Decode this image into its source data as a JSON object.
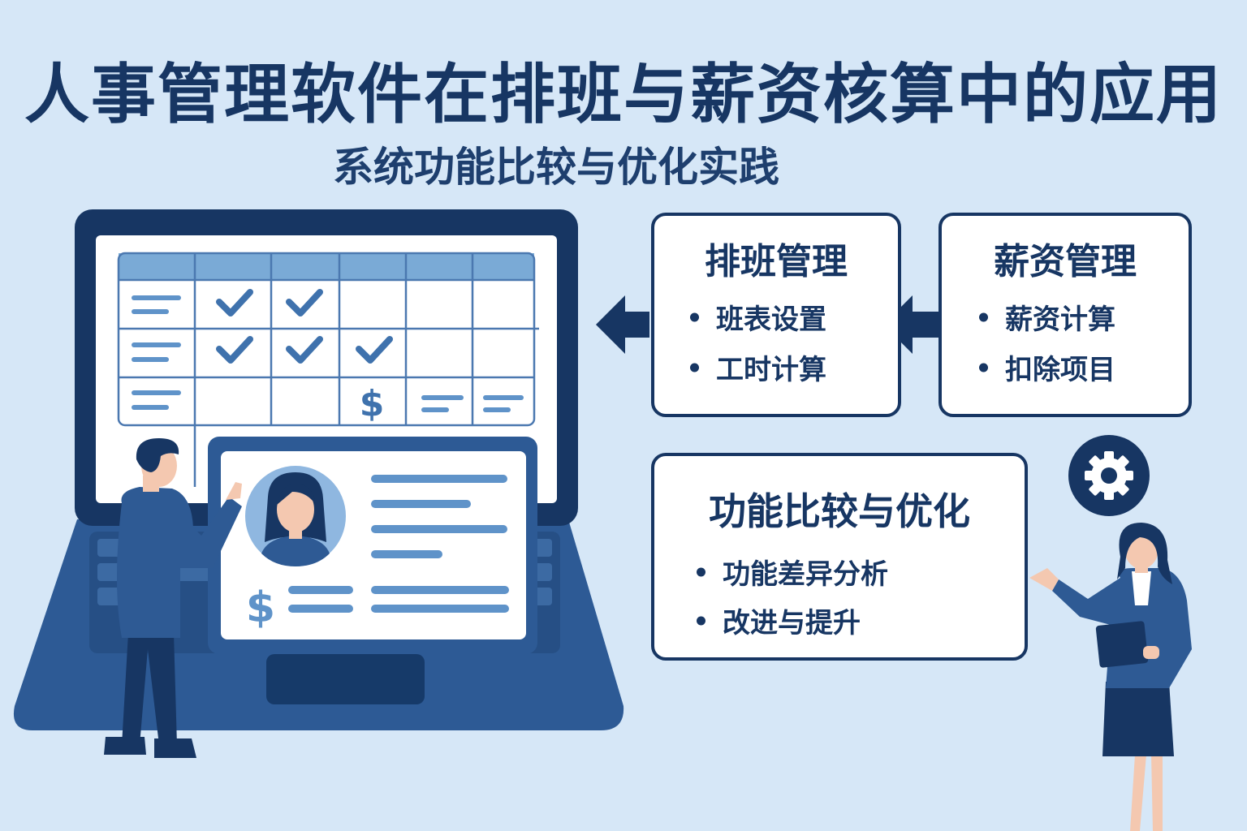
{
  "header": {
    "title": "人事管理软件在排班与薪资核算中的应用",
    "subtitle": "系统功能比较与优化实践"
  },
  "panels": {
    "scheduling": {
      "title": "排班管理",
      "items": [
        "班表设置",
        "工时计算"
      ]
    },
    "payroll": {
      "title": "薪资管理",
      "items": [
        "薪资计算",
        "扣除项目"
      ]
    },
    "optimization": {
      "title": "功能比较与优化",
      "items": [
        "功能差异分析",
        "改进与提升"
      ]
    }
  },
  "illustration": {
    "grid_checkmarks": [
      "row1-col2",
      "row1-col3",
      "row2-col2",
      "row2-col3",
      "row2-col4"
    ],
    "grid_currency_symbol": "$",
    "card_currency_symbol": "$",
    "icons": [
      "gear-icon",
      "arrow-left-icon",
      "checkmark-icon",
      "avatar"
    ],
    "colors": {
      "background": "#d6e7f7",
      "navy": "#173663",
      "blue": "#2e5a94",
      "light_blue": "#7aaad6",
      "white": "#ffffff"
    }
  }
}
